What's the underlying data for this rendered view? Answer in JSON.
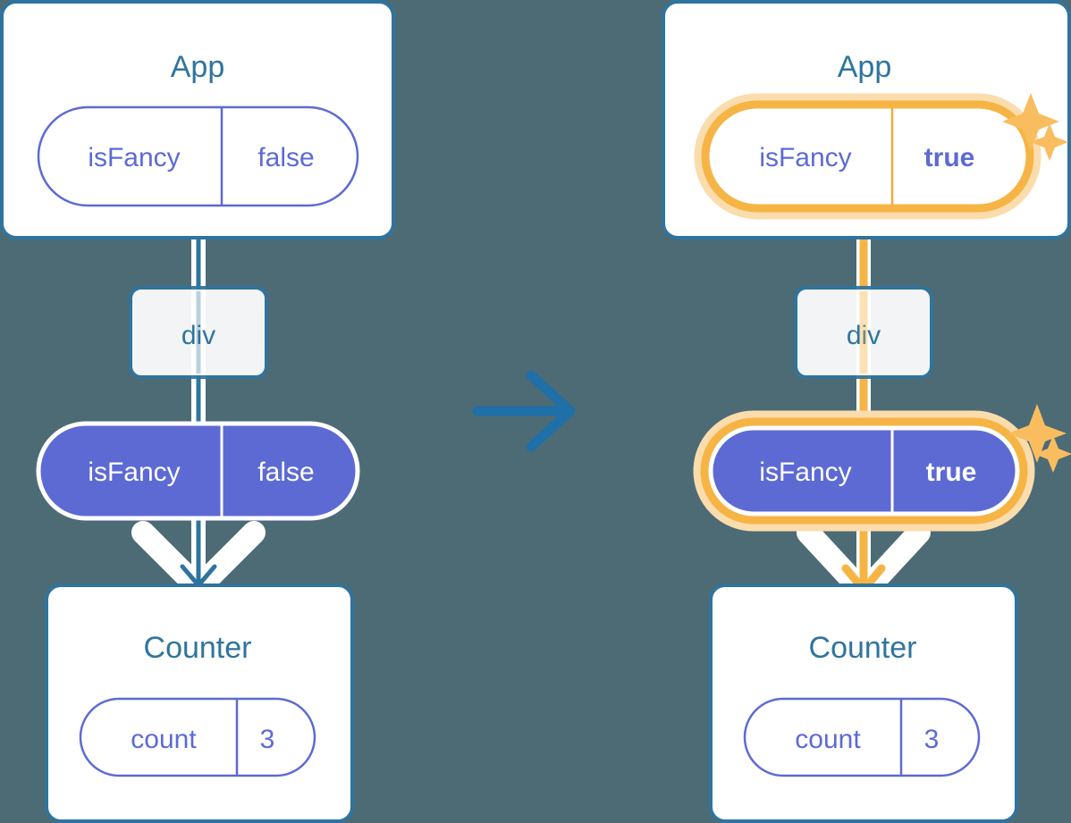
{
  "meta": {
    "diagram_title": "React state propagation before and after update",
    "background_color": "#4d6b75"
  },
  "colors": {
    "background": "#4d6b75",
    "card_border": "#2f749e",
    "card_fill": "#ffffff",
    "title_text": "#2f749e",
    "pill_outline_stroke": "#5d6ad4",
    "pill_outline_text": "#5d6ad4",
    "pill_solid_fill": "#5d6ad4",
    "pill_solid_text": "#ffffff",
    "highlight_ring": "#f6b445",
    "highlight_glow": "#fbdcac",
    "arrow_blue": "#2f749e",
    "arrow_casing": "#ffffff",
    "transition_arrow": "#1f6fa8"
  },
  "panels": [
    {
      "id": "before",
      "highlighted": false,
      "app_card": {
        "title": "App",
        "pill": {
          "key": "isFancy",
          "value": "false",
          "style": "outline",
          "highlighted": false,
          "bold_value": false
        }
      },
      "div_box": {
        "label": "div"
      },
      "prop_pill": {
        "key": "isFancy",
        "value": "false",
        "style": "solid",
        "highlighted": false,
        "bold_value": false
      },
      "counter_card": {
        "title": "Counter",
        "pill": {
          "key": "count",
          "value": "3",
          "style": "outline",
          "highlighted": false,
          "bold_value": false
        }
      },
      "sparkles": []
    },
    {
      "id": "after",
      "highlighted": true,
      "app_card": {
        "title": "App",
        "pill": {
          "key": "isFancy",
          "value": "true",
          "style": "outline",
          "highlighted": true,
          "bold_value": true
        }
      },
      "div_box": {
        "label": "div"
      },
      "prop_pill": {
        "key": "isFancy",
        "value": "true",
        "style": "solid",
        "highlighted": true,
        "bold_value": true
      },
      "counter_card": {
        "title": "Counter",
        "pill": {
          "key": "count",
          "value": "3",
          "style": "outline",
          "highlighted": false,
          "bold_value": false
        }
      },
      "sparkles": [
        {
          "name": "sparkle-large-app",
          "size": "large"
        },
        {
          "name": "sparkle-small-app",
          "size": "small"
        },
        {
          "name": "sparkle-large-prop",
          "size": "large"
        },
        {
          "name": "sparkle-small-prop",
          "size": "small"
        }
      ]
    }
  ],
  "transition": {
    "icon": "arrow-right-icon",
    "direction": "right"
  }
}
